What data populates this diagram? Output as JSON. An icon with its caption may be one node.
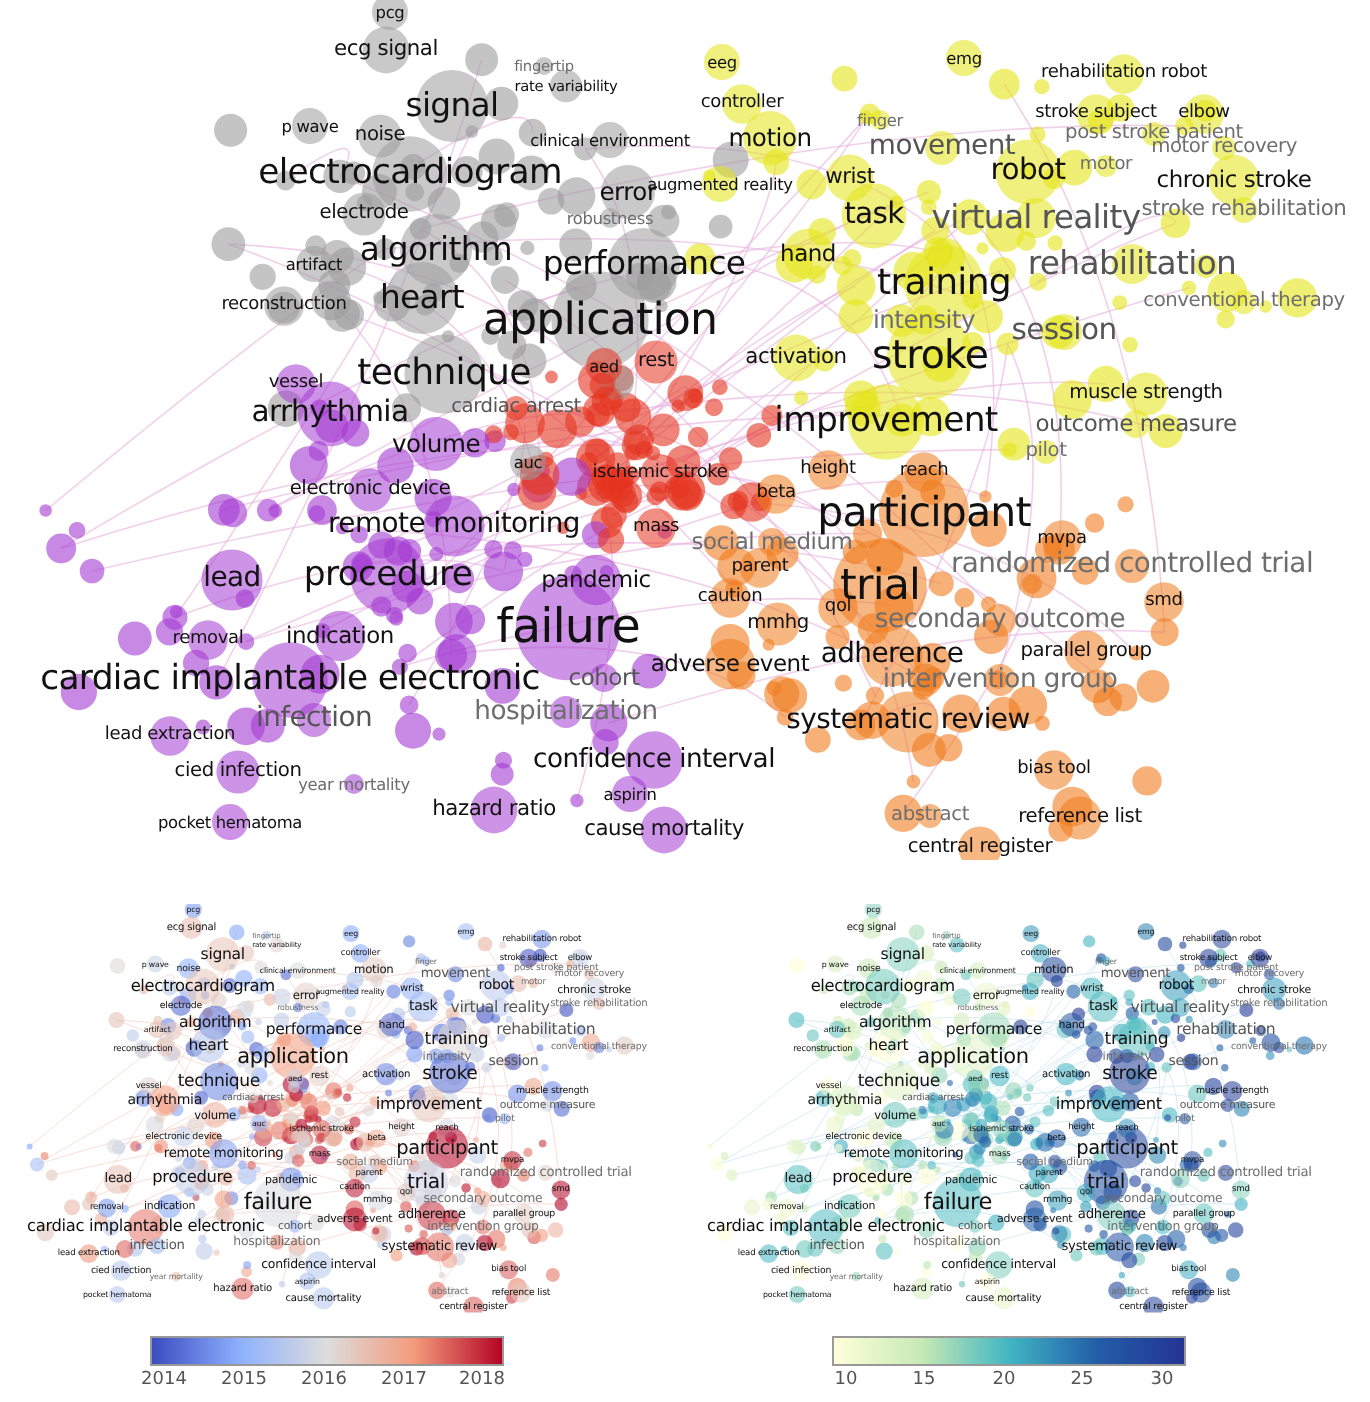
{
  "diagram": {
    "labels": [
      "pcg",
      "ecg signal",
      "fingertip",
      "rate variability",
      "signal",
      "p wave",
      "noise",
      "clinical environment",
      "electrocardiogram",
      "error",
      "augmented reality",
      "electrode",
      "robustness",
      "algorithm",
      "performance",
      "artifact",
      "heart",
      "reconstruction",
      "application",
      "technique",
      "aed",
      "rest",
      "vessel",
      "arrhythmia",
      "cardiac arrest",
      "volume",
      "auc",
      "ischemic stroke",
      "electronic device",
      "remote monitoring",
      "mass",
      "lead",
      "procedure",
      "pandemic",
      "failure",
      "removal",
      "indication",
      "cardiac implantable electronic",
      "cohort",
      "hospitalization",
      "infection",
      "lead extraction",
      "cied infection",
      "year mortality",
      "pocket hematoma",
      "hazard ratio",
      "confidence interval",
      "aspirin",
      "cause mortality",
      "eeg",
      "emg",
      "rehabilitation robot",
      "controller",
      "stroke subject",
      "elbow",
      "finger",
      "motion",
      "post stroke patient",
      "movement",
      "motor",
      "motor recovery",
      "robot",
      "chronic stroke",
      "wrist",
      "task",
      "virtual reality",
      "stroke rehabilitation",
      "hand",
      "training",
      "rehabilitation",
      "conventional therapy",
      "intensity",
      "session",
      "activation",
      "stroke",
      "muscle strength",
      "improvement",
      "outcome measure",
      "pilot",
      "height",
      "reach",
      "beta",
      "participant",
      "mvpa",
      "social medium",
      "randomized controlled trial",
      "parent",
      "trial",
      "smd",
      "caution",
      "qol",
      "secondary outcome",
      "mmhg",
      "parallel group",
      "adherence",
      "adverse event",
      "intervention group",
      "systematic review",
      "bias tool",
      "abstract",
      "reference list",
      "central register",
      "pcg",
      "ecg signal",
      "fingertip",
      "rate variability",
      "signal",
      "p wave",
      "noise",
      "clinical environment",
      "electrocardiogram",
      "error",
      "augmented reality",
      "electrode",
      "robustness",
      "algorithm",
      "performance",
      "artifact",
      "heart",
      "reconstruction",
      "application",
      "technique",
      "aed",
      "rest",
      "vessel",
      "arrhythmia",
      "cardiac arrest",
      "volume",
      "auc",
      "ischemic stroke",
      "electronic device",
      "remote monitoring",
      "mass",
      "lead",
      "procedure",
      "pandemic",
      "failure",
      "removal",
      "indication",
      "cardiac implantable electronic",
      "cohort",
      "hospitalization",
      "infection",
      "lead extraction",
      "cied infection",
      "year mortality",
      "pocket hematoma",
      "hazard ratio",
      "confidence interval",
      "aspirin",
      "cause mortality",
      "eeg",
      "emg",
      "rehabilitation robot",
      "controller",
      "stroke subject",
      "elbow",
      "finger",
      "motion",
      "post stroke patient",
      "movement",
      "motor",
      "motor recovery",
      "robot",
      "chronic stroke",
      "wrist",
      "task",
      "virtual reality",
      "stroke rehabilitation",
      "hand",
      "training",
      "rehabilitation",
      "conventional therapy",
      "intensity",
      "session",
      "activation",
      "stroke",
      "muscle strength",
      "improvement",
      "outcome measure",
      "pilot",
      "height",
      "reach",
      "beta",
      "participant",
      "mvpa",
      "social medium",
      "randomized controlled trial",
      "parent",
      "trial",
      "smd",
      "caution",
      "qol",
      "secondary outcome",
      "mmhg",
      "parallel group",
      "adherence",
      "adverse event",
      "intervention group",
      "systematic review",
      "bias tool",
      "abstract",
      "reference list",
      "central register",
      "2014",
      "2015",
      "2016",
      "2017",
      "2018",
      "pcg",
      "ecg signal",
      "fingertip",
      "rate variability",
      "signal",
      "p wave",
      "noise",
      "clinical environment",
      "electrocardiogram",
      "error",
      "augmented reality",
      "electrode",
      "robustness",
      "algorithm",
      "performance",
      "artifact",
      "heart",
      "reconstruction",
      "application",
      "technique",
      "aed",
      "rest",
      "vessel",
      "arrhythmia",
      "cardiac arrest",
      "volume",
      "auc",
      "ischemic stroke",
      "electronic device",
      "remote monitoring",
      "mass",
      "lead",
      "procedure",
      "pandemic",
      "failure",
      "removal",
      "indication",
      "cardiac implantable electronic",
      "cohort",
      "hospitalization",
      "infection",
      "lead extraction",
      "cied infection",
      "year mortality",
      "pocket hematoma",
      "hazard ratio",
      "confidence interval",
      "aspirin",
      "cause mortality",
      "eeg",
      "emg",
      "rehabilitation robot",
      "controller",
      "stroke subject",
      "elbow",
      "finger",
      "motion",
      "post stroke patient",
      "movement",
      "motor",
      "motor recovery",
      "robot",
      "chronic stroke",
      "wrist",
      "task",
      "virtual reality",
      "stroke rehabilitation",
      "hand",
      "training",
      "rehabilitation",
      "conventional therapy",
      "intensity",
      "session",
      "activation",
      "stroke",
      "muscle strength",
      "improvement",
      "outcome measure",
      "pilot",
      "height",
      "reach",
      "beta",
      "participant",
      "mvpa",
      "social medium",
      "randomized controlled trial",
      "parent",
      "trial",
      "smd",
      "caution",
      "qol",
      "secondary outcome",
      "mmhg",
      "parallel group",
      "adherence",
      "adverse event",
      "intervention group",
      "systematic review",
      "bias tool",
      "abstract",
      "reference list",
      "central register",
      "10",
      "15",
      "20",
      "25",
      "30"
    ]
  }
}
